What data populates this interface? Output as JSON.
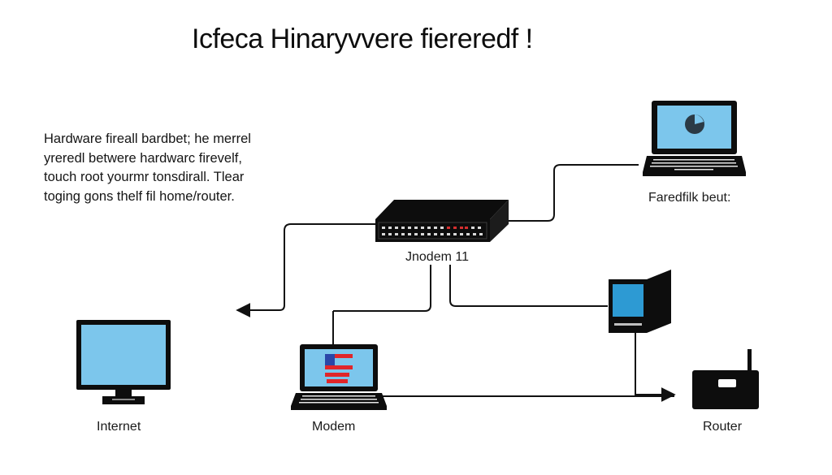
{
  "title": "Icfeca Hinaryvvere fiereredf !",
  "description": {
    "lines": [
      "Hardware fireall bardbet; he merrel",
      "yreredl betwere hardwarc firevelf,",
      "touch root yourmr tonsdirall. Tlear",
      "toging gons thelf fil home/router."
    ]
  },
  "nodes": {
    "switch": {
      "label": "Jnodem 11"
    },
    "top_laptop": {
      "label": "Faredfilk beut:"
    },
    "internet": {
      "label": "Internet"
    },
    "modem": {
      "label": "Modem"
    },
    "router": {
      "label": "Router"
    }
  },
  "colors": {
    "screen": "#7cc6ec",
    "screen_dark": "#2d9ad3",
    "device": "#0d0d0d",
    "line": "#111111",
    "led_red": "#d62f2f",
    "flag_red": "#e0262a",
    "flag_blue": "#2a46a8"
  },
  "icons": {
    "switch": "network-switch-icon",
    "top_laptop": "laptop-icon",
    "internet": "monitor-icon",
    "modem": "laptop-icon",
    "router": "router-icon",
    "desktop": "desktop-tower-icon"
  }
}
